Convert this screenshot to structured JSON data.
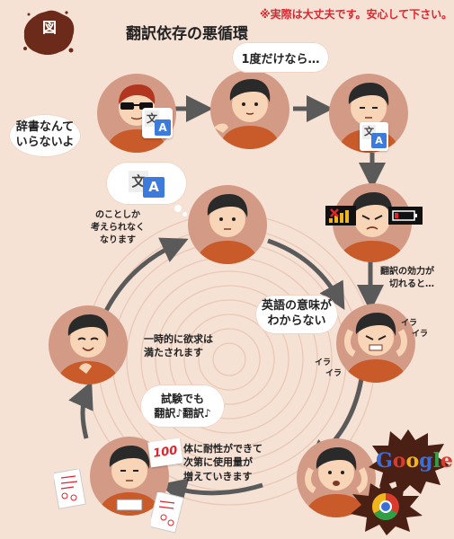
{
  "note": "※実際は大丈夫です。安心して下さい。",
  "badge": "図",
  "title": "翻訳依存の悪循環",
  "bubbles": {
    "jisho": [
      "辞書なんて",
      "いらないよ"
    ],
    "ichido": "1度だけなら…",
    "eigo": [
      "英語の意味が",
      "わからない"
    ],
    "shiken": [
      "試験でも",
      "翻訳♪翻訳♪"
    ]
  },
  "captions": {
    "nokoto": [
      "のことしか",
      "考えられなく",
      "なります"
    ],
    "koka": [
      "翻訳の効力が",
      "切れると…"
    ],
    "ichiji": [
      "一時的に欲求は",
      "満たされます"
    ],
    "taisei": [
      "体に耐性ができて",
      "次第に使用量が",
      "増えていきます"
    ]
  },
  "iraira": [
    "イラ",
    "イラ",
    "イラ",
    "イラ"
  ],
  "score": "100",
  "logo": {
    "parts": [
      {
        "ch": "G",
        "color": "#3b6fd8"
      },
      {
        "ch": "o",
        "color": "#d83a2e"
      },
      {
        "ch": "o",
        "color": "#f0b41c"
      },
      {
        "ch": "g",
        "color": "#3b6fd8"
      },
      {
        "ch": "l",
        "color": "#2f9e44"
      },
      {
        "ch": "e",
        "color": "#d83a2e"
      }
    ]
  },
  "translate_icon": {
    "left": "文",
    "right": "A"
  },
  "colors": {
    "bg": "#f6e1d5",
    "node": "#d39b86",
    "arrow": "#5a5a5a",
    "accent": "#e0232d",
    "shirt": "#c95a2a"
  }
}
